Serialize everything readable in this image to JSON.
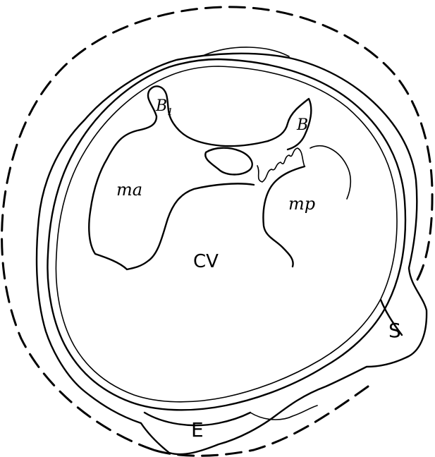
{
  "diagram": {
    "labels": {
      "B1": "B",
      "B1_sub": "1",
      "B": "B",
      "ma": "ma",
      "mp": "mp",
      "cv": "CV",
      "S": "S",
      "E": "E"
    }
  }
}
